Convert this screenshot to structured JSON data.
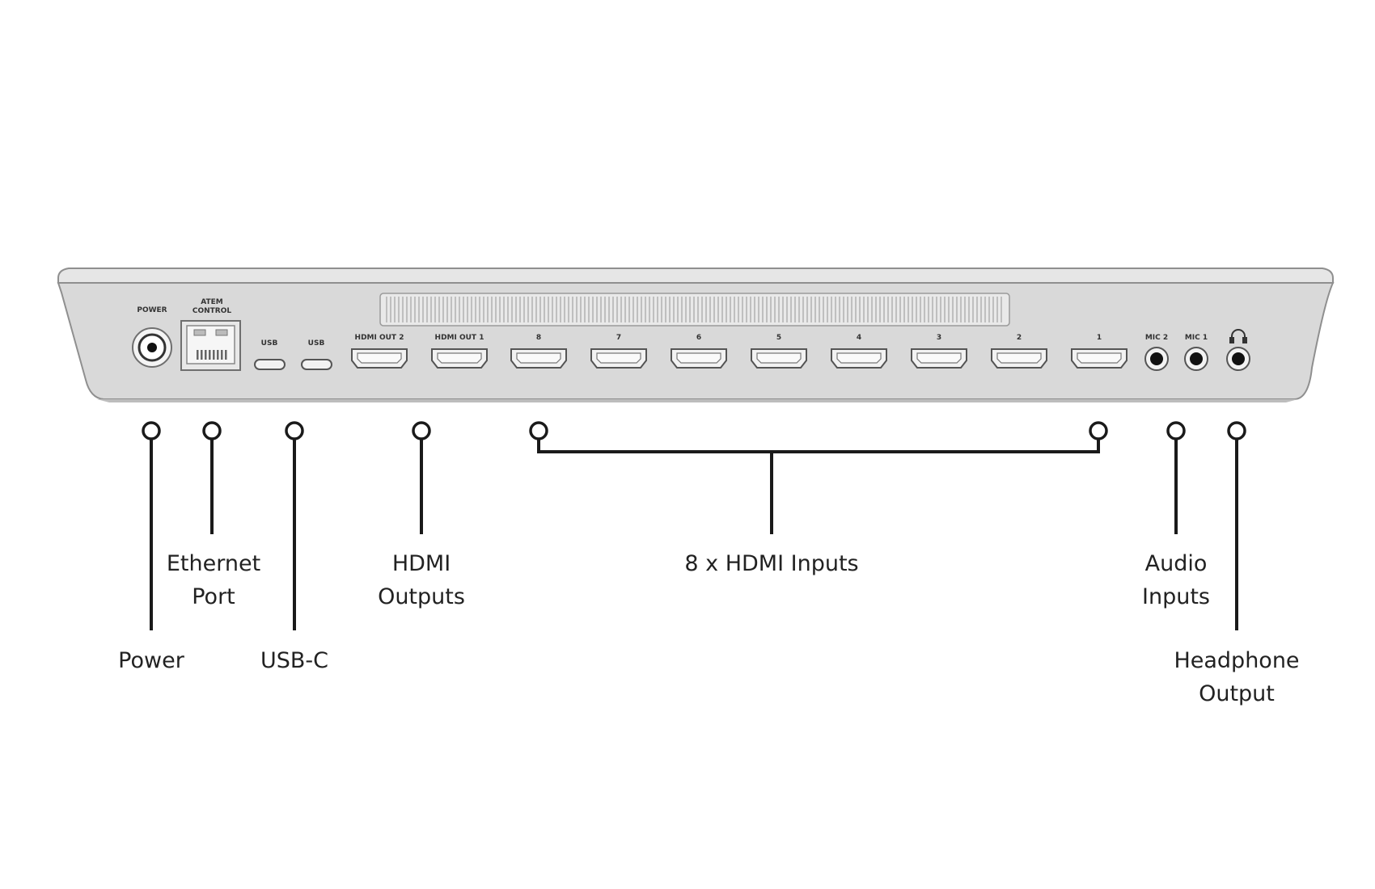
{
  "device": {
    "panel_labels": {
      "power": "POWER",
      "ethernet_line1": "ATEM",
      "ethernet_line2": "CONTROL",
      "usb_1": "USB",
      "usb_2": "USB",
      "hdmi_out_2": "HDMI OUT 2",
      "hdmi_out_1": "HDMI OUT 1",
      "mic_2": "MIC 2",
      "mic_1": "MIC 1"
    },
    "hdmi_input_numbers": [
      "8",
      "7",
      "6",
      "5",
      "4",
      "3",
      "2",
      "1"
    ]
  },
  "callouts": {
    "power": {
      "lines": [
        "Power"
      ]
    },
    "ethernet": {
      "lines": [
        "Ethernet",
        "Port"
      ]
    },
    "usb_c": {
      "lines": [
        "USB-C"
      ]
    },
    "hdmi_outputs": {
      "lines": [
        "HDMI",
        "Outputs"
      ]
    },
    "hdmi_inputs": {
      "lines": [
        "8 x HDMI Inputs"
      ]
    },
    "audio_inputs": {
      "lines": [
        "Audio",
        "Inputs"
      ]
    },
    "headphone_output": {
      "lines": [
        "Headphone",
        "Output"
      ]
    }
  },
  "colors": {
    "device_body": "#d9d9d9",
    "device_top": "#e6e6e6",
    "device_edge": "#8f8f8f",
    "port_fill": "#f2f2f2",
    "line": "#1a1a1a"
  }
}
